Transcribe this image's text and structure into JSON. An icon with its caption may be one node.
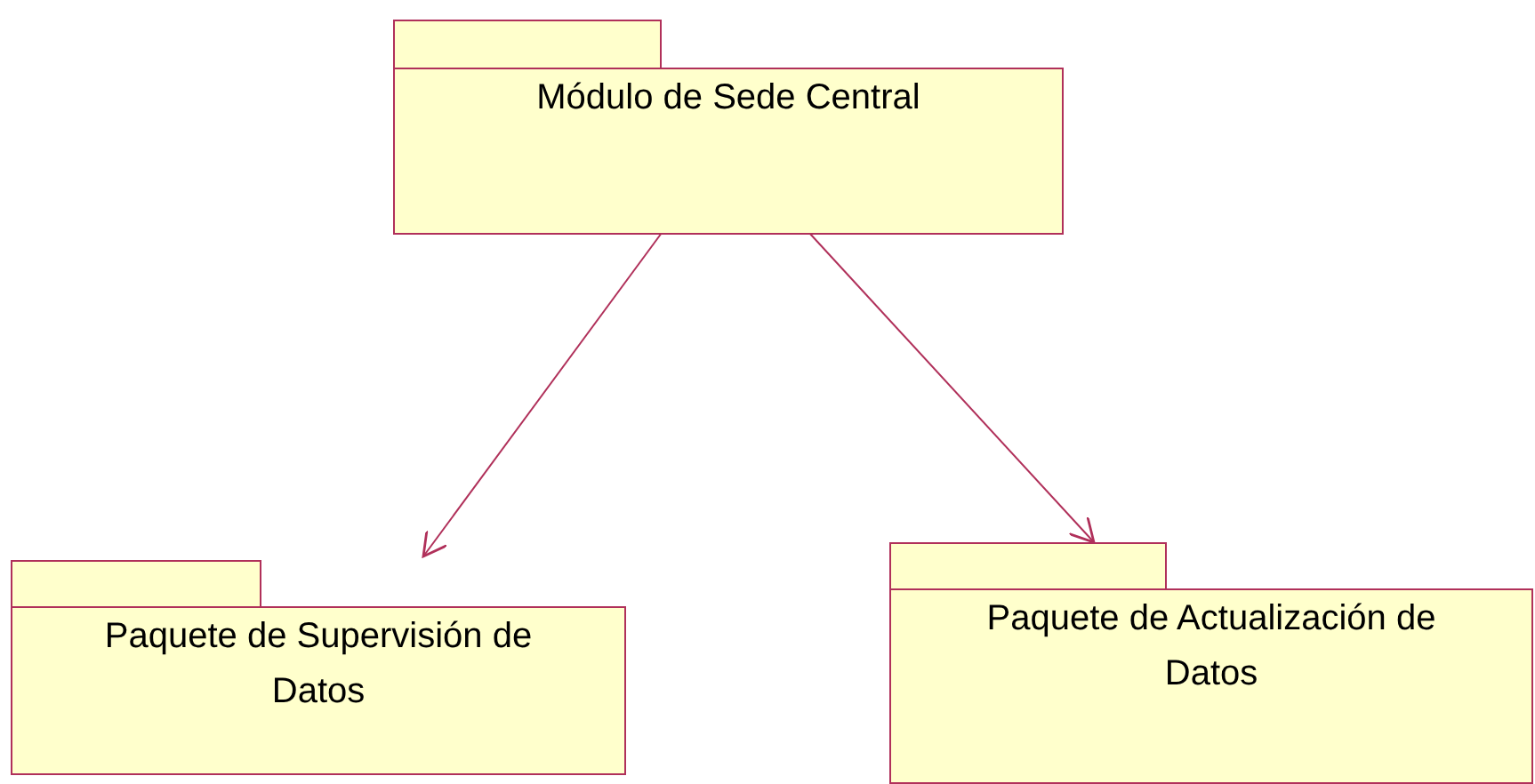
{
  "diagram": {
    "nodes": [
      {
        "text": [
          "Módulo de Sede Central"
        ]
      },
      {
        "text": [
          "Paquete de Supervisión de Datos"
        ]
      },
      {
        "text": [
          "Paquete de Actualización de Datos"
        ]
      }
    ],
    "edges": [
      {
        "from": 0,
        "to": 1,
        "arrow": "to"
      },
      {
        "from": 0,
        "to": 2,
        "arrow": "to"
      }
    ]
  }
}
